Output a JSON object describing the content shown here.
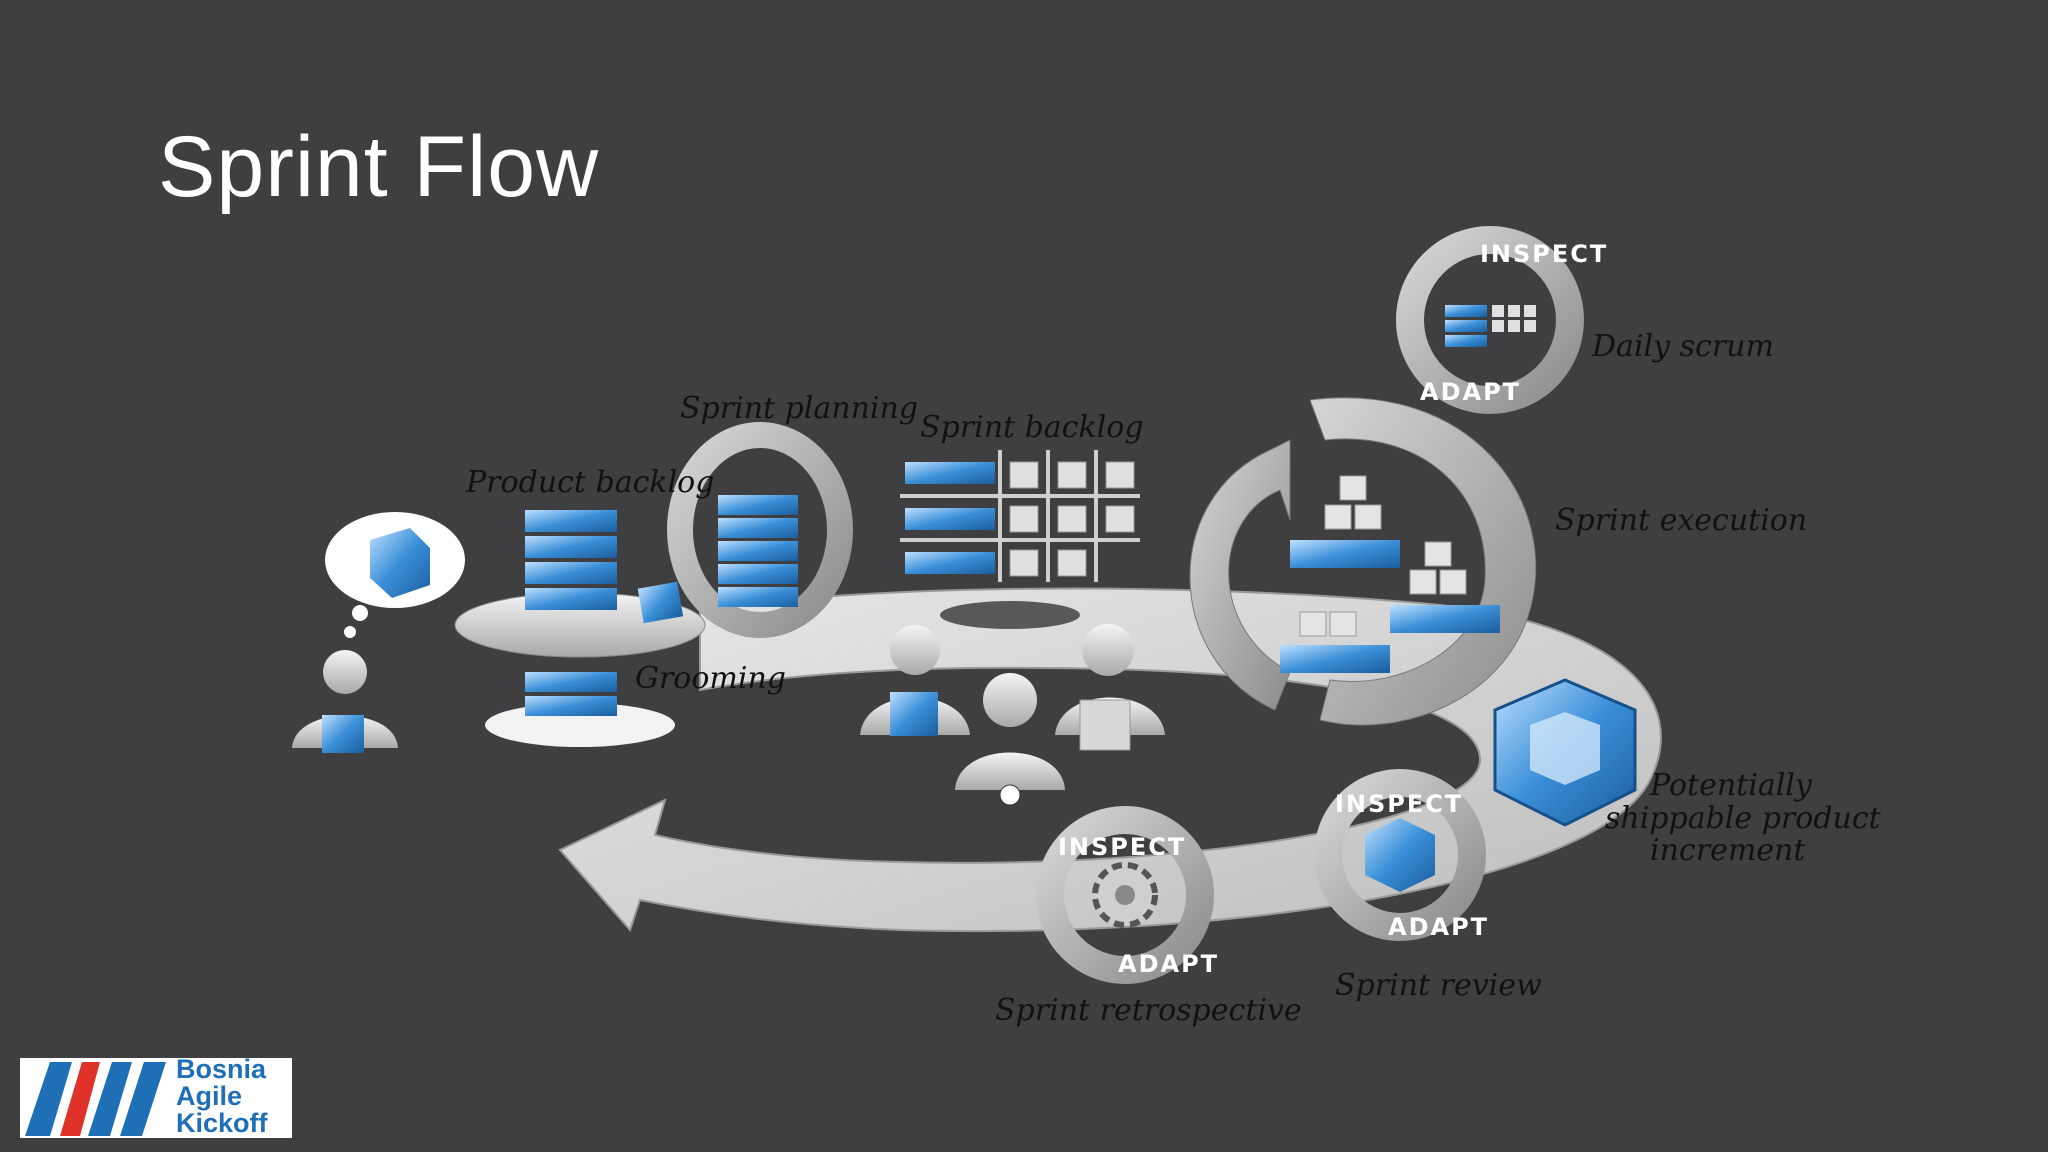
{
  "slide": {
    "title": "Sprint Flow"
  },
  "labels": {
    "product_backlog": "Product backlog",
    "sprint_planning": "Sprint planning",
    "sprint_backlog": "Sprint backlog",
    "daily_scrum": "Daily scrum",
    "sprint_execution": "Sprint execution",
    "grooming": "Grooming",
    "increment_line1": "Potentially",
    "increment_line2": "shippable product",
    "increment_line3": "increment",
    "sprint_review": "Sprint review",
    "sprint_retrospective": "Sprint retrospective"
  },
  "rings": {
    "daily_inspect": "INSPECT",
    "daily_adapt": "ADAPT",
    "review_inspect": "INSPECT",
    "review_adapt": "ADAPT",
    "retro_inspect": "INSPECT",
    "retro_adapt": "ADAPT"
  },
  "logo": {
    "line1": "Bosnia",
    "line2": "Agile",
    "line3": "Kickoff"
  },
  "colors": {
    "background": "#3f3f41",
    "accent_blue": "#3a8fd8",
    "arrow_gray": "#d9d9d9",
    "logo_blue": "#1f6fb7",
    "logo_red": "#e0322b"
  }
}
